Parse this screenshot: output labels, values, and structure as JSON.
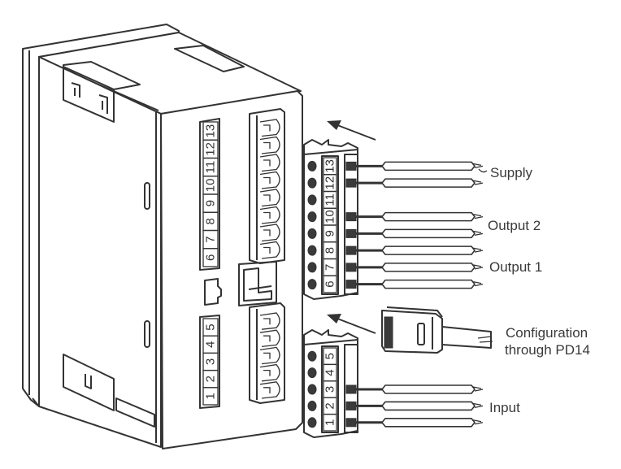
{
  "figure": {
    "title": "Rear-panel wiring connections",
    "device_terminal_numbers_top": [
      "6",
      "7",
      "8",
      "9",
      "10",
      "11",
      "12",
      "13"
    ],
    "device_terminal_numbers_bottom": [
      "1",
      "2",
      "3",
      "4",
      "5"
    ],
    "connector_upper": {
      "terminals": [
        "6",
        "7",
        "8",
        "9",
        "10",
        "11",
        "12",
        "13"
      ],
      "wired_terminals": [
        "6",
        "7",
        "8",
        "9",
        "10",
        "12",
        "13"
      ]
    },
    "connector_lower": {
      "terminals": [
        "1",
        "2",
        "3",
        "4",
        "5"
      ],
      "wired_terminals": [
        "1",
        "2",
        "3"
      ]
    },
    "labels": {
      "supply": "Supply",
      "output2": "Output 2",
      "output1": "Output 1",
      "config_line1": "Configuration",
      "config_line2": "through PD14",
      "input": "Input"
    },
    "colors": {
      "line": "#333333",
      "background": "#ffffff",
      "text": "#3a3a3a"
    }
  }
}
